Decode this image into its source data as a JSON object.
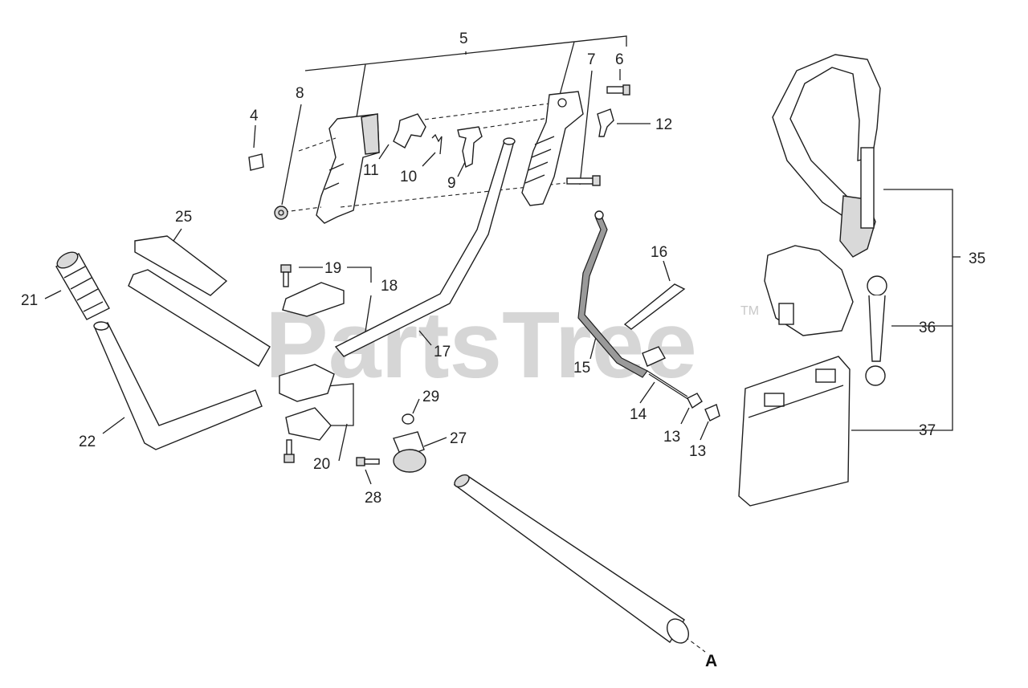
{
  "watermark": {
    "text": "PartsTree",
    "trademark": "TM"
  },
  "part_labels": [
    {
      "id": "5",
      "text": "5"
    },
    {
      "id": "6",
      "text": "6"
    },
    {
      "id": "7",
      "text": "7"
    },
    {
      "id": "8",
      "text": "8"
    },
    {
      "id": "4",
      "text": "4"
    },
    {
      "id": "12",
      "text": "12"
    },
    {
      "id": "11",
      "text": "11"
    },
    {
      "id": "10",
      "text": "10"
    },
    {
      "id": "9",
      "text": "9"
    },
    {
      "id": "25",
      "text": "25"
    },
    {
      "id": "19",
      "text": "19"
    },
    {
      "id": "18",
      "text": "18"
    },
    {
      "id": "16",
      "text": "16"
    },
    {
      "id": "35",
      "text": "35"
    },
    {
      "id": "21",
      "text": "21"
    },
    {
      "id": "36",
      "text": "36"
    },
    {
      "id": "17",
      "text": "17"
    },
    {
      "id": "15",
      "text": "15"
    },
    {
      "id": "29",
      "text": "29"
    },
    {
      "id": "27",
      "text": "27"
    },
    {
      "id": "14",
      "text": "14"
    },
    {
      "id": "37",
      "text": "37"
    },
    {
      "id": "22",
      "text": "22"
    },
    {
      "id": "13a",
      "text": "13"
    },
    {
      "id": "13b",
      "text": "13"
    },
    {
      "id": "20",
      "text": "20"
    },
    {
      "id": "28",
      "text": "28"
    },
    {
      "id": "A",
      "text": "A"
    }
  ]
}
